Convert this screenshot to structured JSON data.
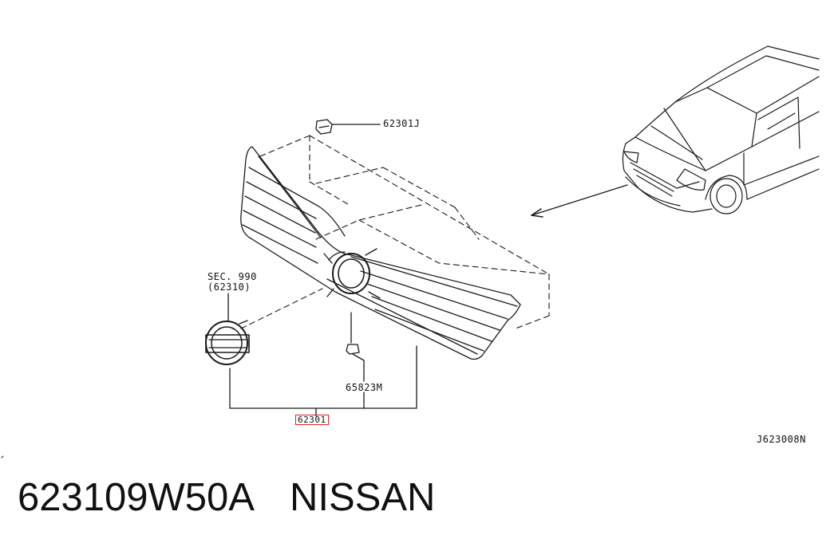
{
  "diagram": {
    "callouts": {
      "clip": "62301J",
      "section": "SEC. 990",
      "section_ref": "(62310)",
      "screw": "65823M",
      "grille_assembly": "62301",
      "illustration_code": "J623008N"
    },
    "highlight_color": "#e02020"
  },
  "caption": {
    "part_number": "623109W50A",
    "brand": "NISSAN"
  }
}
